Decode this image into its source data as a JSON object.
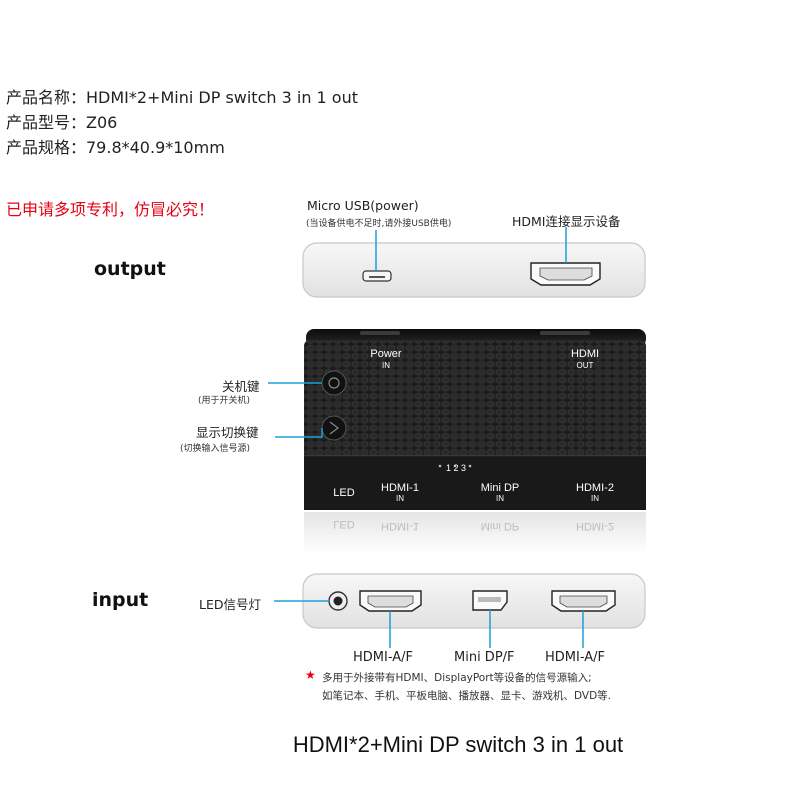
{
  "spec": {
    "name_line": "产品名称：HDMI*2+Mini DP switch 3 in 1 out",
    "model_line": "产品型号：Z06",
    "size_line": "产品规格：79.8*40.9*10mm"
  },
  "patent_notice": "已申请多项专利，仿冒必究！",
  "output": {
    "section_label": "output",
    "usb_label": "Micro USB(power)",
    "usb_note": "(当设备供电不足时,请外接USB供电)",
    "hdmi_label": "HDMI连接显示设备"
  },
  "device": {
    "power_label": "Power",
    "power_sub": "IN",
    "hdmi_out_label": "HDMI",
    "hdmi_out_sub": "OUT",
    "numbers": "1 2 3",
    "led_label": "LED",
    "hdmi1_label": "HDMI-1",
    "hdmi1_sub": "IN",
    "minidp_label": "Mini DP",
    "minidp_sub": "IN",
    "hdmi2_label": "HDMI-2",
    "hdmi2_sub": "IN",
    "reflection_left": "LED",
    "reflection_hdmi1": "HDMI-1",
    "reflection_minidp": "Mini DP",
    "reflection_hdmi2": "HDMI-2"
  },
  "side_labels": {
    "power_key": "关机键",
    "power_key_note": "(用于开关机)",
    "switch_key": "显示切换键",
    "switch_key_note": "(切换输入信号源)"
  },
  "input": {
    "section_label": "input",
    "led_label": "LED信号灯",
    "port1_label": "HDMI-A/F",
    "port2_label": "Mini DP/F",
    "port3_label": "HDMI-A/F",
    "star": "★",
    "note_line1": "多用于外接带有HDMI、DisplayPort等设备的信号源输入;",
    "note_line2": "如笔记本、手机、平板电脑、播放器、显卡、游戏机、DVD等."
  },
  "footer_title": "HDMI*2+Mini DP switch 3 in 1 out",
  "colors": {
    "callout": "#1e9fd6",
    "patent": "#e60012",
    "device": "#1a1a1a"
  }
}
